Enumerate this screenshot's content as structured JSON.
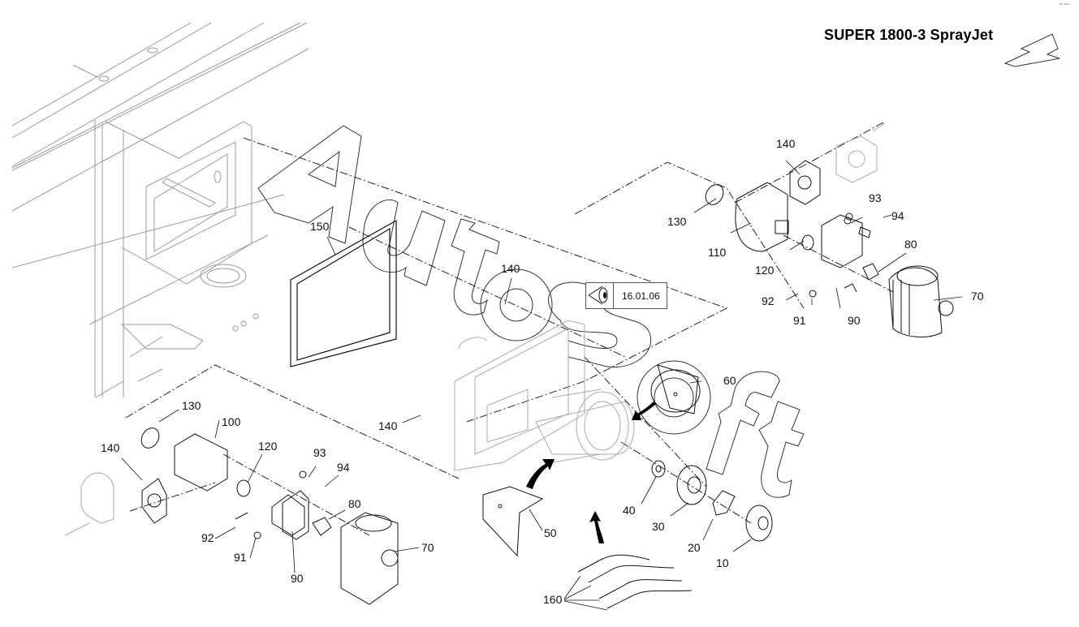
{
  "header": {
    "title": "SUPER 1800-3 SprayJet",
    "corner_mark": "▫▫ ▫▫▫"
  },
  "revision": {
    "date": "16.01.06",
    "icon": "eye-icon"
  },
  "watermark": {
    "text": "AutoSoft"
  },
  "callouts": [
    {
      "id": "c150a",
      "label": "150"
    },
    {
      "id": "c140a",
      "label": "140"
    },
    {
      "id": "c140b",
      "label": "140"
    },
    {
      "id": "c130a",
      "label": "130"
    },
    {
      "id": "c110",
      "label": "110"
    },
    {
      "id": "c120a",
      "label": "120"
    },
    {
      "id": "c93a",
      "label": "93"
    },
    {
      "id": "c94a",
      "label": "94"
    },
    {
      "id": "c80a",
      "label": "80"
    },
    {
      "id": "c70a",
      "label": "70"
    },
    {
      "id": "c92a",
      "label": "92"
    },
    {
      "id": "c91a",
      "label": "91"
    },
    {
      "id": "c90a",
      "label": "90"
    },
    {
      "id": "c60",
      "label": "60"
    },
    {
      "id": "c140c",
      "label": "140"
    },
    {
      "id": "c130b",
      "label": "130"
    },
    {
      "id": "c100",
      "label": "100"
    },
    {
      "id": "c140d",
      "label": "140"
    },
    {
      "id": "c120b",
      "label": "120"
    },
    {
      "id": "c93b",
      "label": "93"
    },
    {
      "id": "c94b",
      "label": "94"
    },
    {
      "id": "c80b",
      "label": "80"
    },
    {
      "id": "c92b",
      "label": "92"
    },
    {
      "id": "c91b",
      "label": "91"
    },
    {
      "id": "c90b",
      "label": "90"
    },
    {
      "id": "c70b",
      "label": "70"
    },
    {
      "id": "c40",
      "label": "40"
    },
    {
      "id": "c30",
      "label": "30"
    },
    {
      "id": "c20",
      "label": "20"
    },
    {
      "id": "c10",
      "label": "10"
    },
    {
      "id": "c50",
      "label": "50"
    },
    {
      "id": "c160",
      "label": "160"
    }
  ]
}
